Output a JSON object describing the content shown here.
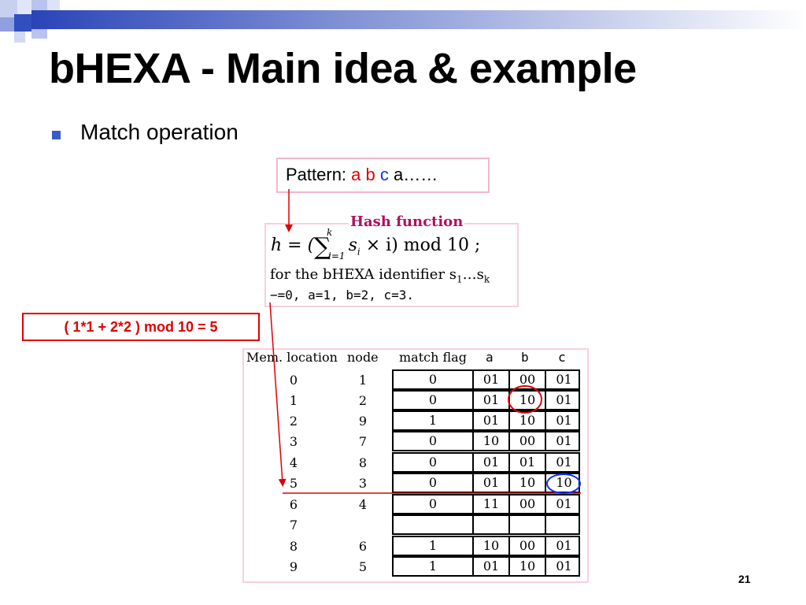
{
  "slide": {
    "title": "bHEXA - Main idea & example",
    "bullet": "Match operation",
    "page_number": "21"
  },
  "pattern": {
    "label": "Pattern:",
    "chars": [
      "a",
      "b",
      "c",
      "a……"
    ],
    "colors": [
      "#e00000",
      "#e00000",
      "#1030ff",
      "#000000"
    ]
  },
  "hash": {
    "title": "Hash function",
    "formula_lhs": "h = (",
    "sum": "∑",
    "sum_top": "k",
    "sum_bottom": "i=1",
    "formula_body": "s",
    "formula_sub": "i",
    "formula_tail": " × i) mod 10 ;",
    "line2_prefix": "for the bHEXA identifier s",
    "line2_sub1": "1",
    "line2_mid": "…s",
    "line2_sub2": "k",
    "line3": "−=0, a=1, b=2, c=3."
  },
  "calculation": "( 1*1 + 2*2 ) mod 10 = 5",
  "table": {
    "headers": [
      "Mem. location",
      "node",
      "match flag",
      "a",
      "b",
      "c"
    ],
    "rows": [
      {
        "loc": "0",
        "node": "1",
        "flag": "0",
        "a": "01",
        "b": "00",
        "c": "01"
      },
      {
        "loc": "1",
        "node": "2",
        "flag": "0",
        "a": "01",
        "b": "10",
        "c": "01"
      },
      {
        "loc": "2",
        "node": "9",
        "flag": "1",
        "a": "01",
        "b": "10",
        "c": "01"
      },
      {
        "loc": "3",
        "node": "7",
        "flag": "0",
        "a": "10",
        "b": "00",
        "c": "01"
      },
      {
        "loc": "4",
        "node": "8",
        "flag": "0",
        "a": "01",
        "b": "01",
        "c": "01"
      },
      {
        "loc": "5",
        "node": "3",
        "flag": "0",
        "a": "01",
        "b": "10",
        "c": "10"
      },
      {
        "loc": "6",
        "node": "4",
        "flag": "0",
        "a": "11",
        "b": "00",
        "c": "01"
      },
      {
        "loc": "7",
        "node": "",
        "flag": "",
        "a": "",
        "b": "",
        "c": ""
      },
      {
        "loc": "8",
        "node": "6",
        "flag": "1",
        "a": "10",
        "b": "00",
        "c": "01"
      },
      {
        "loc": "9",
        "node": "5",
        "flag": "1",
        "a": "01",
        "b": "10",
        "c": "01"
      }
    ]
  },
  "colors": {
    "accent_red": "#e00000",
    "accent_blue": "#1030ff",
    "hash_title": "#b01060",
    "frame_pink": "#f2b8c8",
    "bullet_blue": "#3a5cc8"
  }
}
